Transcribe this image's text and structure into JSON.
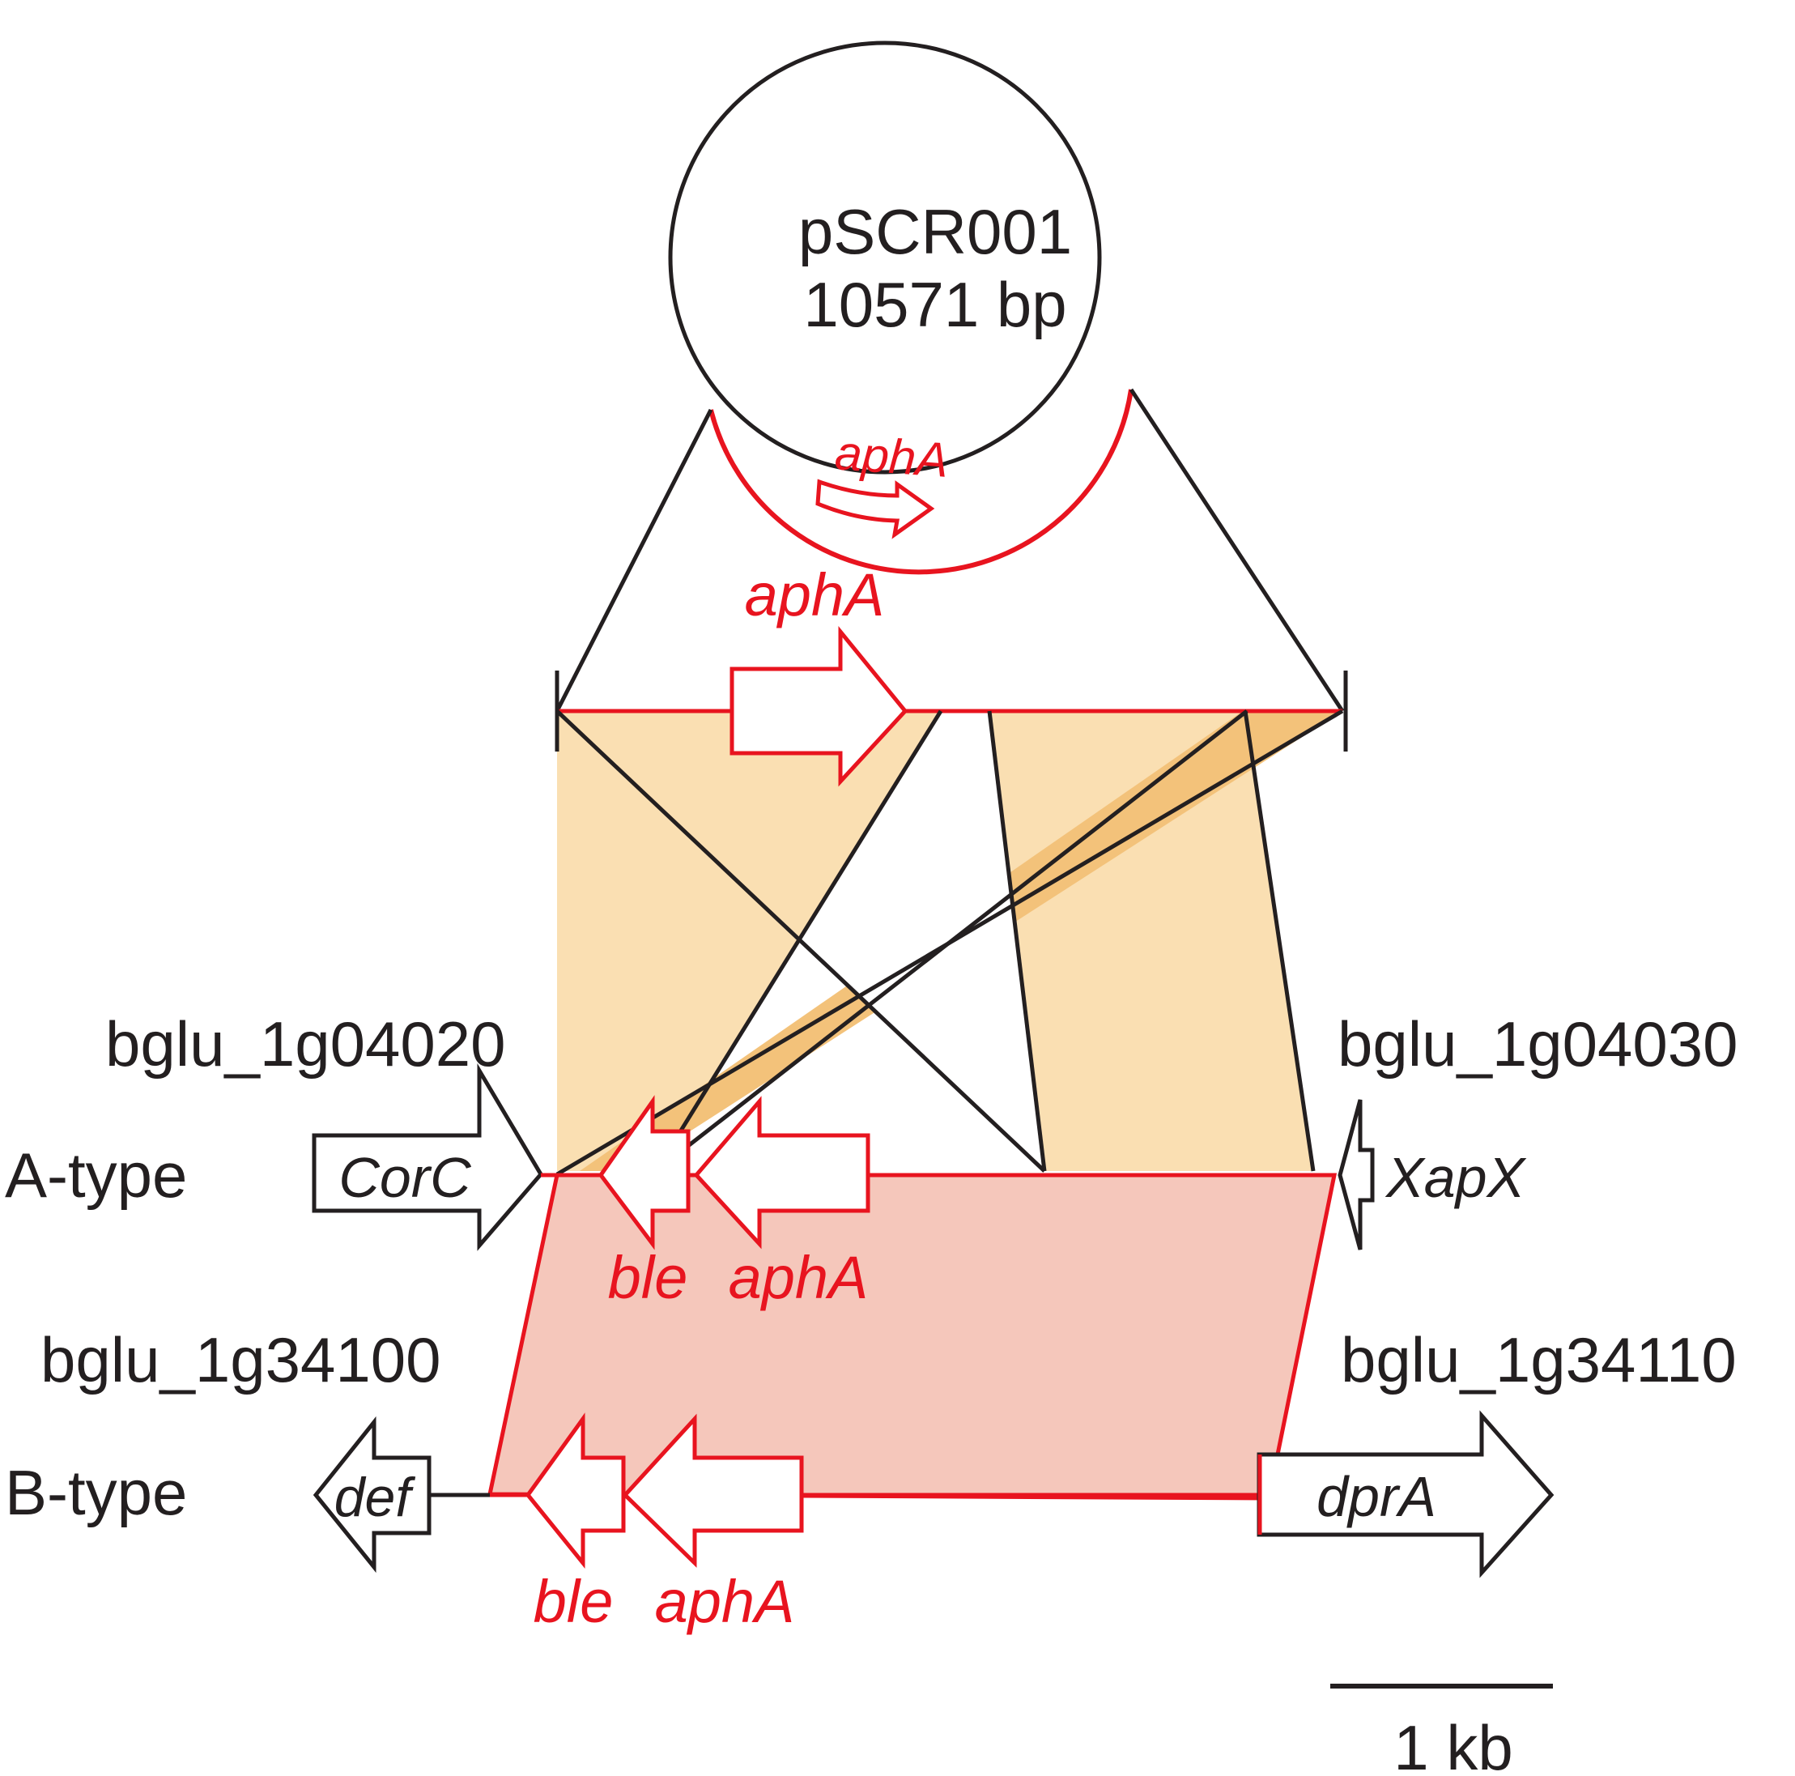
{
  "colors": {
    "red": "#e8141f",
    "black": "#231f20",
    "tan": "#fadfb2",
    "tan_dark": "#f3c27a",
    "pink": "#f5c7bb"
  },
  "plasmid": {
    "name": "pSCR001",
    "size": "10571 bp",
    "gene": "aphA"
  },
  "cassette": {
    "gene": "aphA"
  },
  "a_type": {
    "label": "A-type",
    "left_locus": "bglu_1g04020",
    "right_locus": "bglu_1g04030",
    "left_gene": "CorC",
    "right_gene": "XapX",
    "insert_genes": [
      "ble",
      "aphA"
    ]
  },
  "b_type": {
    "label": "B-type",
    "left_locus": "bglu_1g34100",
    "right_locus": "bglu_1g34110",
    "left_gene": "def",
    "right_gene": "dprA",
    "insert_genes": [
      "ble",
      "aphA"
    ]
  },
  "scale_bar": {
    "label": "1 kb"
  }
}
